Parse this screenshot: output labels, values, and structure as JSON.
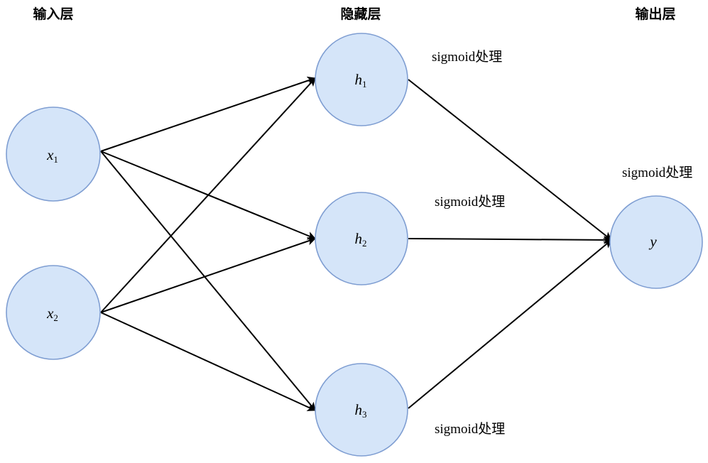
{
  "layers": {
    "input": "输入层",
    "hidden": "隐藏层",
    "output": "输出层"
  },
  "nodes": {
    "x1": {
      "symbol": "x",
      "sub": "1"
    },
    "x2": {
      "symbol": "x",
      "sub": "2"
    },
    "h1": {
      "symbol": "h",
      "sub": "1"
    },
    "h2": {
      "symbol": "h",
      "sub": "2"
    },
    "h3": {
      "symbol": "h",
      "sub": "3"
    },
    "y": {
      "symbol": "y",
      "sub": ""
    }
  },
  "annotations": {
    "h1": "sigmoid处理",
    "h2": "sigmoid处理",
    "h3": "sigmoid处理",
    "y": "sigmoid处理"
  },
  "colors": {
    "node_fill": "#d5e5f9",
    "node_stroke": "#7f9ed2",
    "edge": "#000000"
  }
}
